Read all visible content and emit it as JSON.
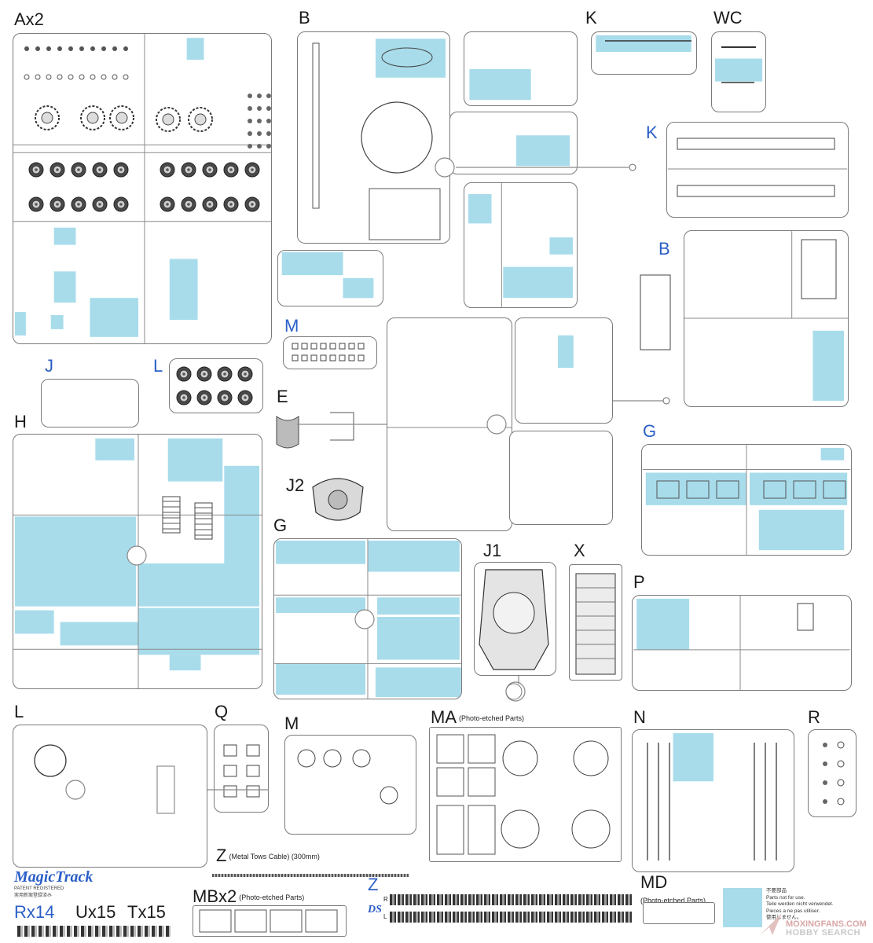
{
  "sheets": [
    {
      "id": "Ax2",
      "label": "Ax2",
      "color": "black"
    },
    {
      "id": "B_top",
      "label": "B",
      "color": "black"
    },
    {
      "id": "K_top",
      "label": "K",
      "color": "black"
    },
    {
      "id": "WC",
      "label": "WC",
      "color": "black"
    },
    {
      "id": "K_blue",
      "label": "K",
      "color": "blue"
    },
    {
      "id": "B_blue",
      "label": "B",
      "color": "blue"
    },
    {
      "id": "M_blue",
      "label": "M",
      "color": "blue"
    },
    {
      "id": "J",
      "label": "J",
      "color": "blue"
    },
    {
      "id": "L_blue",
      "label": "L",
      "color": "blue"
    },
    {
      "id": "E",
      "label": "E",
      "color": "black"
    },
    {
      "id": "H",
      "label": "H",
      "color": "black"
    },
    {
      "id": "J2",
      "label": "J2",
      "color": "black"
    },
    {
      "id": "G_black",
      "label": "G",
      "color": "black"
    },
    {
      "id": "J1",
      "label": "J1",
      "color": "black"
    },
    {
      "id": "X",
      "label": "X",
      "color": "black"
    },
    {
      "id": "G_blue",
      "label": "G",
      "color": "blue"
    },
    {
      "id": "P",
      "label": "P",
      "color": "black"
    },
    {
      "id": "L_black",
      "label": "L",
      "color": "black"
    },
    {
      "id": "Q",
      "label": "Q",
      "color": "black"
    },
    {
      "id": "M_black",
      "label": "M",
      "color": "black"
    },
    {
      "id": "MA",
      "label": "MA",
      "note": "(Photo-etched Parts)",
      "color": "black"
    },
    {
      "id": "N",
      "label": "N",
      "color": "black"
    },
    {
      "id": "R",
      "label": "R",
      "color": "black"
    },
    {
      "id": "Z_cable",
      "label": "Z",
      "note": "(Metal Tows Cable) (300mm)",
      "color": "black"
    },
    {
      "id": "MBx2",
      "label": "MBx2",
      "note": "(Photo-etched Parts)",
      "color": "black"
    },
    {
      "id": "Z_track",
      "label": "Z",
      "color": "blue"
    },
    {
      "id": "MD",
      "label": "MD",
      "note": "(Photo-etched Parts)",
      "color": "black"
    }
  ],
  "track_labels": {
    "r": "R",
    "l": "L"
  },
  "track_counts": [
    {
      "label": "Rx14",
      "color": "blue"
    },
    {
      "label": "Ux15",
      "color": "black"
    },
    {
      "label": "Tx15",
      "color": "black"
    }
  ],
  "logo": {
    "name": "MagicTrack",
    "sub1": "PATENT REGISTERED",
    "sub2": "実用新案登録済み"
  },
  "legend": {
    "lines": [
      "不要部品",
      "Parts not for use.",
      "Teile werden nicht verwendet.",
      "Pieces a ne pas utiliser.",
      "使用しません。"
    ]
  },
  "watermark": {
    "line1": "MOXINGFANS.COM",
    "line2": "HOBBY SEARCH"
  },
  "colors": {
    "highlight": "#a8dceb",
    "blue_label": "#2b5fc7",
    "frame": "#7a7a7a"
  }
}
